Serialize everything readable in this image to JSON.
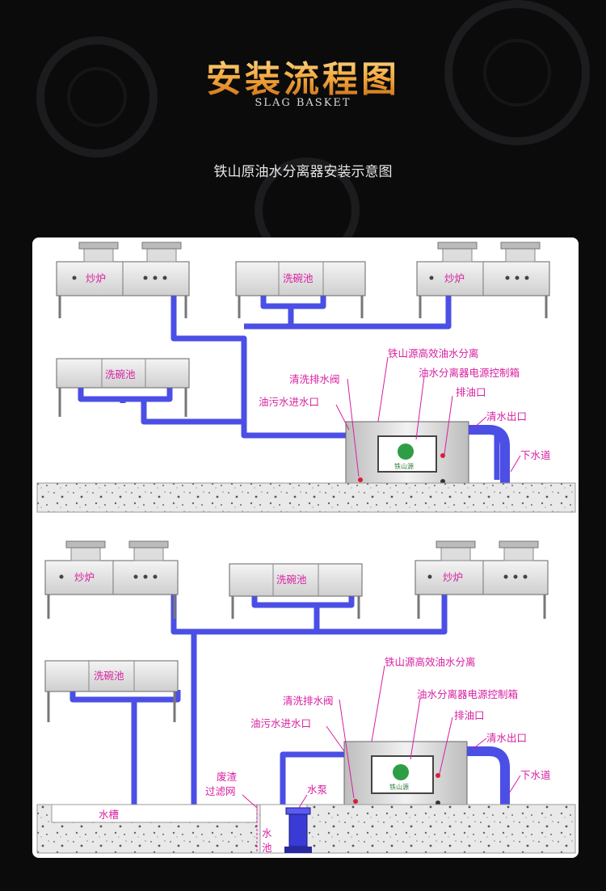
{
  "header": {
    "title": "安装流程图",
    "subtitle": "SLAG BASKET",
    "caption": "铁山原油水分离器安装示意图"
  },
  "colors": {
    "pipe": "#4b4fe6",
    "label": "#d81ea0",
    "title": "#f2a63a"
  },
  "top_diagram": {
    "stove_left": "炒炉",
    "sink_center": "洗碗池",
    "stove_right": "炒炉",
    "sink_left": "洗碗池",
    "separator": "铁山源高效油水分离",
    "control_box": "油水分离器电源控制箱",
    "drain_valve": "清洗排水阀",
    "oil_outlet": "排油口",
    "inlet": "油污水进水口",
    "clear_outlet": "清水出口",
    "sewer": "下水道",
    "logo": "铁山源"
  },
  "bottom_diagram": {
    "stove_left": "炒炉",
    "sink_center": "洗碗池",
    "stove_right": "炒炉",
    "sink_left": "洗碗池",
    "separator": "铁山源高效油水分离",
    "control_box": "油水分离器电源控制箱",
    "drain_valve": "清洗排水阀",
    "oil_outlet": "排油口",
    "inlet": "油污水进水口",
    "clear_outlet": "清水出口",
    "sewer": "下水道",
    "filter_line1": "废渣",
    "filter_line2": "过滤网",
    "pump": "水泵",
    "trough": "水槽",
    "pool_line1": "水",
    "pool_line2": "池",
    "logo": "铁山源"
  }
}
